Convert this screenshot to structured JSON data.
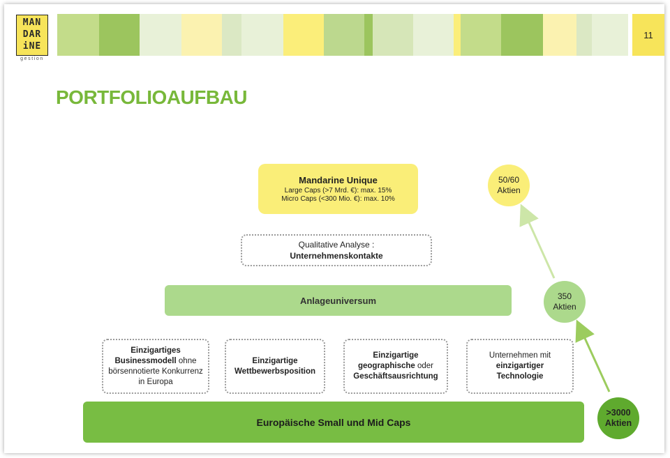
{
  "logo": {
    "lines": [
      "MAN",
      "DAR",
      "iNE"
    ],
    "sub": "gestion"
  },
  "page_number": "11",
  "title": "PORTFOLIOAUFBAU",
  "colors": {
    "accent_green": "#78b83a",
    "yellow": "#f7e45a",
    "light_green": "#acd98c",
    "dark_green": "#78bd43"
  },
  "stripes": [
    {
      "w": 60,
      "c": "#c3dc8a"
    },
    {
      "w": 58,
      "c": "#9cc55e"
    },
    {
      "w": 60,
      "c": "#e8f1d8"
    },
    {
      "w": 58,
      "c": "#fbf2b0"
    },
    {
      "w": 28,
      "c": "#dbe8c4"
    },
    {
      "w": 60,
      "c": "#e8f1d8"
    },
    {
      "w": 58,
      "c": "#fbee7a"
    },
    {
      "w": 58,
      "c": "#bcd88e"
    },
    {
      "w": 12,
      "c": "#9cc55e"
    },
    {
      "w": 58,
      "c": "#d6e6b8"
    },
    {
      "w": 58,
      "c": "#e8f1d8"
    },
    {
      "w": 10,
      "c": "#fbee7a"
    },
    {
      "w": 58,
      "c": "#c3dc8a"
    },
    {
      "w": 60,
      "c": "#9cc55e"
    },
    {
      "w": 48,
      "c": "#fbf2b0"
    },
    {
      "w": 22,
      "c": "#dbe8c4"
    },
    {
      "w": 52,
      "c": "#e8f1d8"
    }
  ],
  "unique": {
    "title": "Mandarine Unique",
    "line1": "Large Caps (>7 Mrd. €): max. 15%",
    "line2": "Micro Caps (<300 Mio. €): max. 10%"
  },
  "qualitative": {
    "line1": "Qualitative Analyse :",
    "line2": "Unternehmenskontakte"
  },
  "anlage": "Anlageuniversum",
  "criteria": [
    {
      "bold": "Einzigartiges Businessmodell",
      "rest": " ohne börsennotierte Konkurrenz in Europa"
    },
    {
      "bold": "Einzigartige Wettbewerbsposition",
      "rest": ""
    },
    {
      "bold": "Einzigartige geographische",
      "rest": " oder ",
      "bold2": "Geschäftsausrichtung"
    },
    {
      "pre": "Unternehmen mit ",
      "bold": "einzigartiger Technologie",
      "rest": ""
    }
  ],
  "base": "Europäische Small und Mid Caps",
  "circles": [
    {
      "line1": "50/60",
      "line2": "Aktien"
    },
    {
      "line1": "350",
      "line2": "Aktien"
    },
    {
      "line1": ">3000",
      "line2": "Aktien"
    }
  ]
}
